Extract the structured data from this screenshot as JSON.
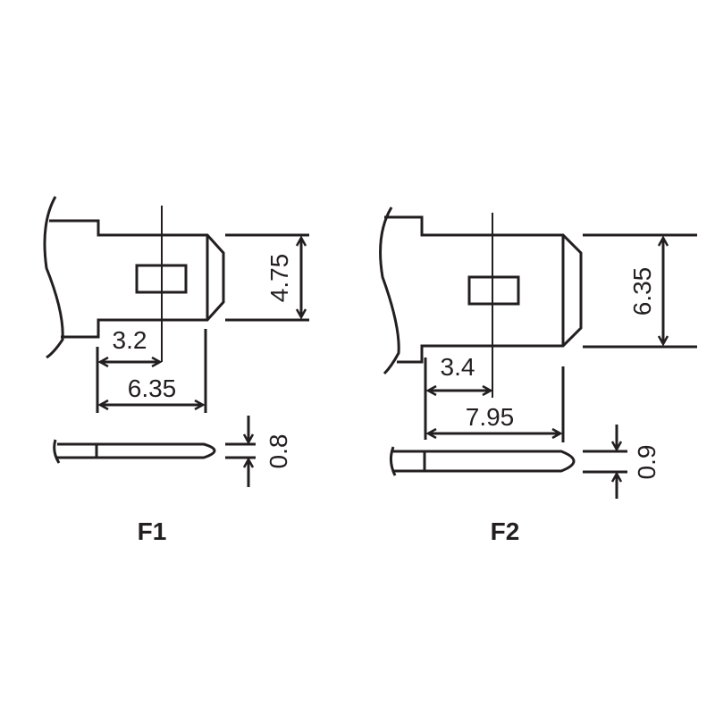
{
  "terminals": [
    {
      "label": "F1",
      "width": "6.35",
      "hole_offset": "3.2",
      "tab_height": "4.75",
      "thickness": "0.8"
    },
    {
      "label": "F2",
      "width": "7.95",
      "hole_offset": "3.4",
      "tab_height": "6.35",
      "thickness": "0.9"
    }
  ],
  "colors": {
    "line": "#231f20",
    "background": "#ffffff"
  }
}
